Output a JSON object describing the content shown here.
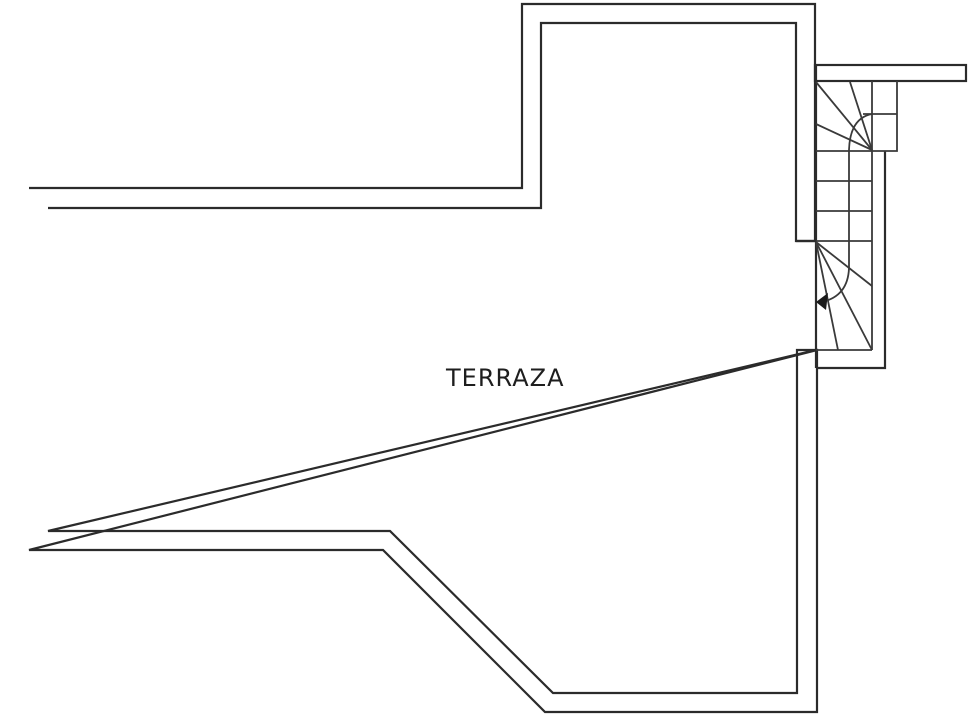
{
  "plan": {
    "room_label": "TERRAZA",
    "colors": {
      "wall": "#2b2b2b",
      "background": "#ffffff"
    },
    "elements": [
      "outer-wall",
      "inner-wall",
      "staircase",
      "ledge",
      "direction-arrow"
    ]
  }
}
